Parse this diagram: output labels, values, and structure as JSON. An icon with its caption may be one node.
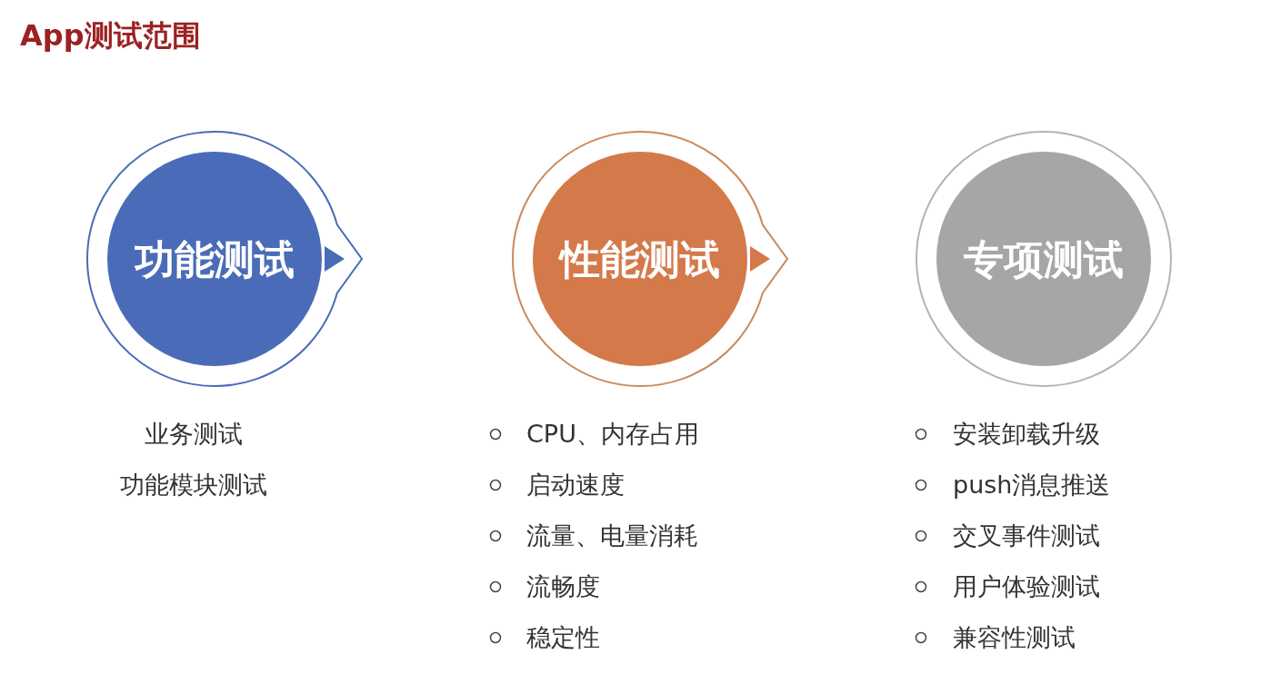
{
  "diagram": {
    "title": "App测试范围",
    "nodes": [
      {
        "text": [
          "功能测试"
        ],
        "beside": [
          "业务测试",
          "功能模块测试"
        ]
      },
      {
        "text": [
          "性能测试"
        ],
        "beside": [
          "CPU、内存占用",
          "启动速度",
          "流量、电量消耗",
          "流畅度",
          "稳定性"
        ]
      },
      {
        "text": [
          "专项测试"
        ],
        "beside": [
          "安装卸载升级",
          "push消息推送",
          "交叉事件测试",
          "用户体验测试",
          "兼容性测试"
        ]
      }
    ]
  }
}
